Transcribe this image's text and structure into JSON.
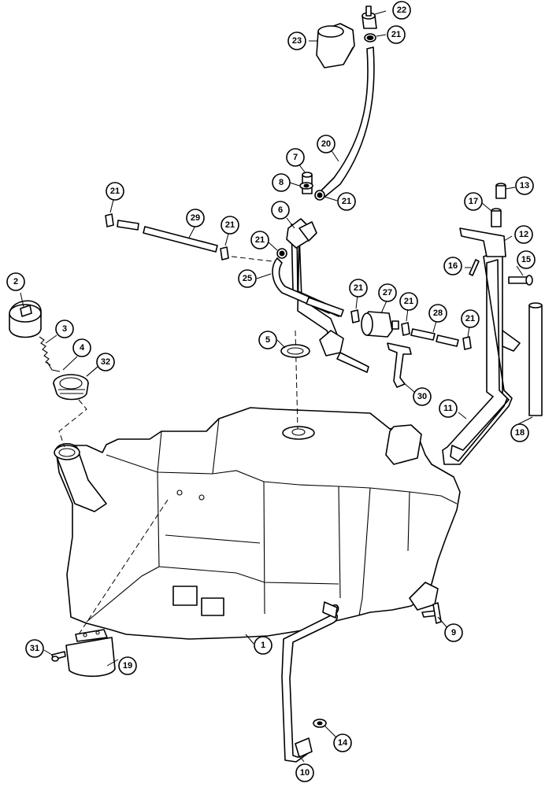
{
  "callouts": [
    {
      "id": "c1",
      "label": "1"
    },
    {
      "id": "c2",
      "label": "2"
    },
    {
      "id": "c3",
      "label": "3"
    },
    {
      "id": "c4",
      "label": "4"
    },
    {
      "id": "c5",
      "label": "5"
    },
    {
      "id": "c6",
      "label": "6"
    },
    {
      "id": "c7",
      "label": "7"
    },
    {
      "id": "c8",
      "label": "8"
    },
    {
      "id": "c9",
      "label": "9"
    },
    {
      "id": "c10",
      "label": "10"
    },
    {
      "id": "c11",
      "label": "11"
    },
    {
      "id": "c12",
      "label": "12"
    },
    {
      "id": "c13",
      "label": "13"
    },
    {
      "id": "c14",
      "label": "14"
    },
    {
      "id": "c15",
      "label": "15"
    },
    {
      "id": "c16",
      "label": "16"
    },
    {
      "id": "c17",
      "label": "17"
    },
    {
      "id": "c18",
      "label": "18"
    },
    {
      "id": "c19",
      "label": "19"
    },
    {
      "id": "c20",
      "label": "20"
    },
    {
      "id": "c21a",
      "label": "21"
    },
    {
      "id": "c21b",
      "label": "21"
    },
    {
      "id": "c21c",
      "label": "21"
    },
    {
      "id": "c21d",
      "label": "21"
    },
    {
      "id": "c21e",
      "label": "21"
    },
    {
      "id": "c21f",
      "label": "21"
    },
    {
      "id": "c21g",
      "label": "21"
    },
    {
      "id": "c21h",
      "label": "21"
    },
    {
      "id": "c22",
      "label": "22"
    },
    {
      "id": "c23",
      "label": "23"
    },
    {
      "id": "c25",
      "label": "25"
    },
    {
      "id": "c27",
      "label": "27"
    },
    {
      "id": "c28",
      "label": "28"
    },
    {
      "id": "c29",
      "label": "29"
    },
    {
      "id": "c30",
      "label": "30"
    },
    {
      "id": "c31",
      "label": "31"
    },
    {
      "id": "c32",
      "label": "32"
    }
  ]
}
